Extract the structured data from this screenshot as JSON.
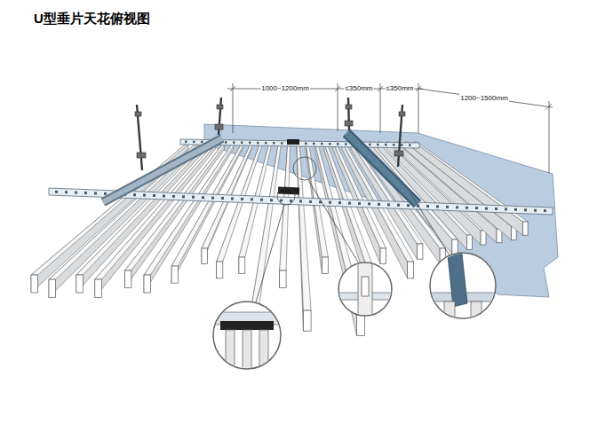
{
  "diagram": {
    "title": "U型垂片天花俯视图",
    "labels": [
      "1000~1200mm",
      "≤350mm",
      "≤350mm",
      "1200~1500mm"
    ]
  }
}
